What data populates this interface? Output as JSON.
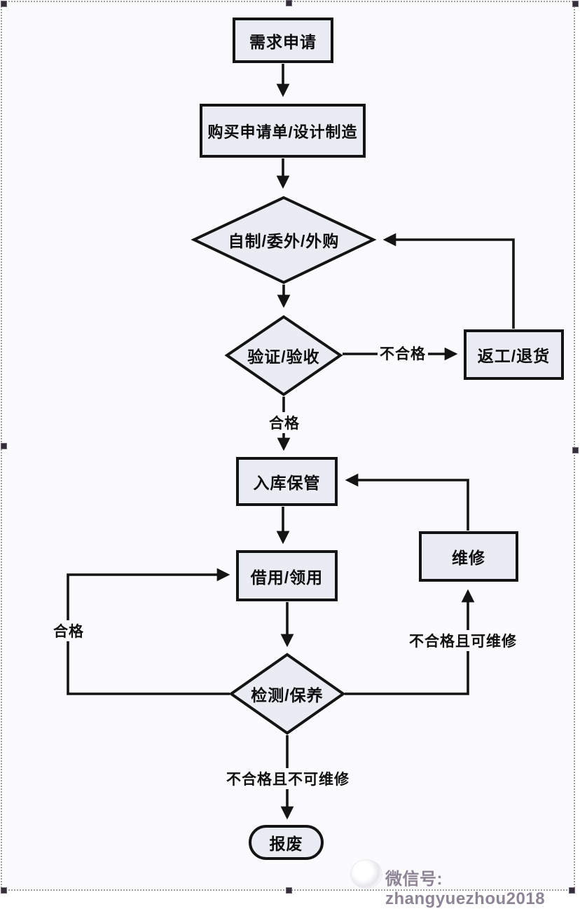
{
  "canvas": {
    "page_bg": "#fbfbfd",
    "node_fill": "#e9ecf3",
    "line_color": "#141414",
    "selection_dot_color": "#9aa29c",
    "watermark_color": "#8d8496"
  },
  "nodes": {
    "demand_request": "需求申请",
    "purchase_order": "购买申请单/设计制造",
    "make_outsource_buy": "自制/委外/外购",
    "verify_accept": "验证/验收",
    "rework_return": "返工/退货",
    "warehouse_storage": "入库保管",
    "borrow_use": "借用/领用",
    "repair": "维修",
    "inspect_maintain": "检测/保养",
    "scrap": "报废"
  },
  "edge_labels": {
    "unqualified": "不合格",
    "qualified_down": "合格",
    "qualified_left": "合格",
    "unqualified_repairable": "不合格且可维修",
    "unqualified_unrepairable": "不合格且不可维修"
  },
  "watermark": {
    "label": "微信号: zhangyuezhou2018"
  }
}
